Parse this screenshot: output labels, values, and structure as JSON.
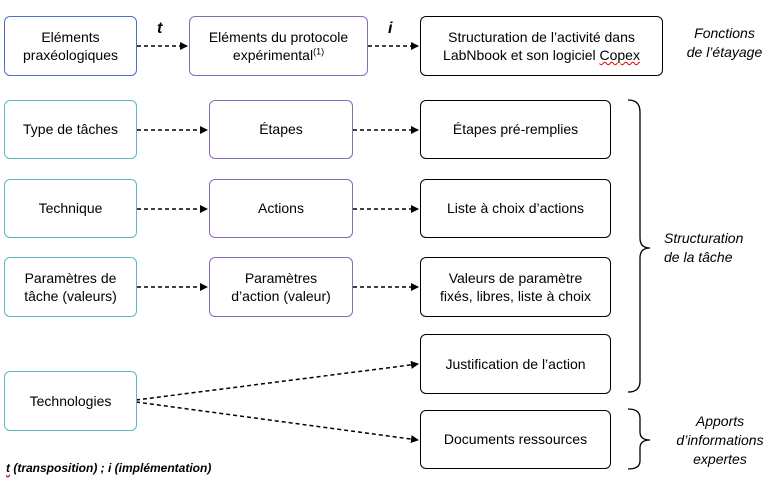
{
  "row0": {
    "praxeo": [
      "Eléments",
      "praxéologiques"
    ],
    "protocole": [
      "Eléments du protocole",
      "expérimental"
    ],
    "protocole_sup": "(1)",
    "labnbook": [
      "Structuration de l’activité dans",
      "LabNbook et son logiciel ",
      "Copex"
    ],
    "label_t": "t",
    "label_i": "i",
    "fonctions": [
      "Fonctions",
      "de l’étayage"
    ]
  },
  "col1": {
    "type_taches": "Type de tâches",
    "technique": "Technique",
    "parametres": [
      "Paramètres de",
      "tâche (valeurs)"
    ],
    "technologies": "Technologies"
  },
  "col2": {
    "etapes": "Étapes",
    "actions": "Actions",
    "param_action": [
      "Paramètres",
      "d’action (valeur)"
    ]
  },
  "col3": {
    "etapes_pre": "Étapes pré-remplies",
    "liste_actions": "Liste à choix d’actions",
    "valeurs": [
      "Valeurs de paramètre",
      "fixés, libres, liste à choix"
    ],
    "justification": "Justification de l’action",
    "documents": "Documents ressources"
  },
  "right": {
    "structuration": [
      "Structuration",
      "de la tâche"
    ],
    "apports": [
      "Apports",
      "d’informations",
      "expertes"
    ]
  },
  "legend": {
    "t_letter": "t",
    "text": " (transposition) ; i (implémentation)"
  }
}
